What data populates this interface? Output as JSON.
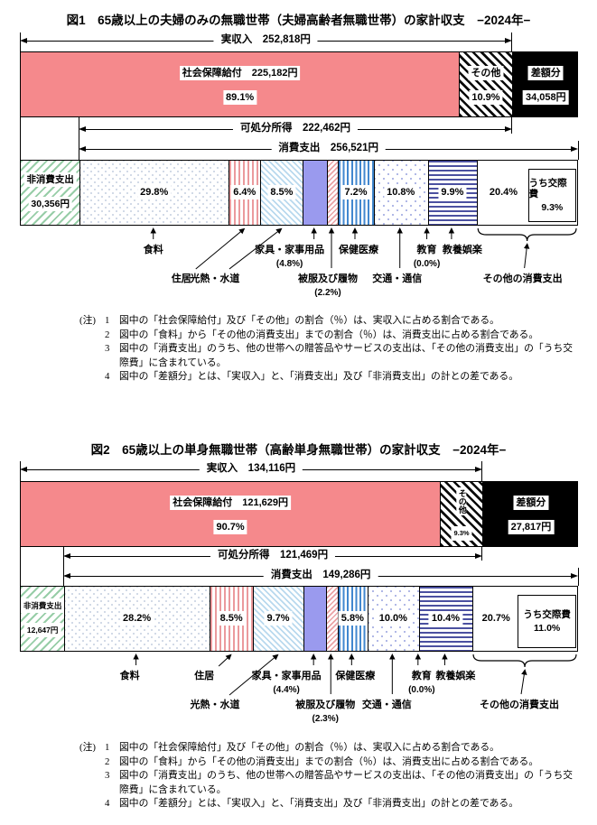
{
  "figures": [
    {
      "title": "図1　65歳以上の夫婦のみの無職世帯（夫婦高齢者無職世帯）の家計収支　−2024年−",
      "income": {
        "label": "実収入",
        "value": "252,818円",
        "amount": 252818
      },
      "social": {
        "label": "社会保障給付",
        "value": "225,182円",
        "pct": "89.1%",
        "pct_num": 89.1
      },
      "income_other": {
        "label": "その他",
        "pct": "10.9%",
        "pct_num": 10.9
      },
      "difference": {
        "label": "差額分",
        "value": "34,058円",
        "amount": 34058
      },
      "disposable": {
        "label": "可処分所得",
        "value": "222,462円",
        "amount": 222462
      },
      "consumption": {
        "label": "消費支出",
        "value": "256,521円",
        "amount": 256521
      },
      "nonconsumption": {
        "label": "非消費支出",
        "value": "30,356円",
        "amount": 30356
      },
      "segments": [
        {
          "name": "食料",
          "pct": 29.8,
          "chip": "29.8%",
          "pattern": "dots"
        },
        {
          "name": "住居",
          "pct": 6.4,
          "chip": "6.4%",
          "pattern": "pink-vert"
        },
        {
          "name": "光熱・水道",
          "pct": 8.5,
          "chip": "8.5%",
          "pattern": "blue-diag"
        },
        {
          "name": "家具・家事用品",
          "pct": 4.8,
          "paren": "(4.8%)",
          "pattern": "periwinkle"
        },
        {
          "name": "被服及び履物",
          "pct": 2.2,
          "paren": "(2.2%)",
          "pattern": "pink-diag"
        },
        {
          "name": "保健医療",
          "pct": 7.2,
          "chip": "7.2%",
          "pattern": "blue-vert"
        },
        {
          "name": "交通・通信",
          "pct": 10.8,
          "chip": "10.8%",
          "pattern": "sparse"
        },
        {
          "name": "教育",
          "pct": 0.0,
          "paren": "(0.0%)",
          "pattern": "none"
        },
        {
          "name": "教養娯楽",
          "pct": 9.9,
          "chip": "9.9%",
          "pattern": "navy-horiz"
        },
        {
          "name": "その他の消費支出",
          "pct": 20.4,
          "chip": "20.4%",
          "pattern": "plain",
          "sub_label": "うち交際費",
          "sub_pct": "9.3%",
          "sub_pct_num": 9.3
        }
      ]
    },
    {
      "title": "図2　65歳以上の単身無職世帯（高齢単身無職世帯）の家計収支　−2024年−",
      "income": {
        "label": "実収入",
        "value": "134,116円",
        "amount": 134116
      },
      "social": {
        "label": "社会保障給付",
        "value": "121,629円",
        "pct": "90.7%",
        "pct_num": 90.7
      },
      "income_other": {
        "label": "その他",
        "pct": "9.3%",
        "pct_num": 9.3
      },
      "difference": {
        "label": "差額分",
        "value": "27,817円",
        "amount": 27817
      },
      "disposable": {
        "label": "可処分所得",
        "value": "121,469円",
        "amount": 121469
      },
      "consumption": {
        "label": "消費支出",
        "value": "149,286円",
        "amount": 149286
      },
      "nonconsumption": {
        "label": "非消費支出",
        "value": "12,647円",
        "amount": 12647
      },
      "segments": [
        {
          "name": "食料",
          "pct": 28.2,
          "chip": "28.2%",
          "pattern": "dots"
        },
        {
          "name": "住居",
          "pct": 8.5,
          "chip": "8.5%",
          "pattern": "pink-vert"
        },
        {
          "name": "光熱・水道",
          "pct": 9.7,
          "chip": "9.7%",
          "pattern": "blue-diag"
        },
        {
          "name": "家具・家事用品",
          "pct": 4.4,
          "paren": "(4.4%)",
          "pattern": "periwinkle"
        },
        {
          "name": "被服及び履物",
          "pct": 2.3,
          "paren": "(2.3%)",
          "pattern": "pink-diag"
        },
        {
          "name": "保健医療",
          "pct": 5.8,
          "chip": "5.8%",
          "pattern": "blue-vert"
        },
        {
          "name": "交通・通信",
          "pct": 10.0,
          "chip": "10.0%",
          "pattern": "sparse"
        },
        {
          "name": "教育",
          "pct": 0.0,
          "paren": "(0.0%)",
          "pattern": "none"
        },
        {
          "name": "教養娯楽",
          "pct": 10.4,
          "chip": "10.4%",
          "pattern": "navy-horiz"
        },
        {
          "name": "その他の消費支出",
          "pct": 20.7,
          "chip": "20.7%",
          "pattern": "plain",
          "sub_label": "うち交際費",
          "sub_pct": "11.0%",
          "sub_pct_num": 11.0
        }
      ]
    }
  ],
  "notes": {
    "marker": "(注)",
    "items": [
      {
        "num": "1",
        "text": "図中の「社会保障給付」及び「その他」の割合（％）は、実収入に占める割合である。"
      },
      {
        "num": "2",
        "text": "図中の「食料」から「その他の消費支出」までの割合（％）は、消費支出に占める割合である。"
      },
      {
        "num": "3",
        "text": "図中の「消費支出」のうち、他の世帯への贈答品やサービスの支出は、「その他の消費支出」の「うち交際費」に含まれている。"
      },
      {
        "num": "4",
        "text": "図中の「差額分」とは、「実収入」と、「消費支出」及び「非消費支出」の計との差である。"
      }
    ]
  },
  "chart_data": [
    {
      "type": "bar",
      "title": "図1 65歳以上の夫婦のみの無職世帯（夫婦高齢者無職世帯）の家計収支 −2024年−",
      "unit": "円",
      "income_yen": 252818,
      "social_security_yen": 225182,
      "income_breakdown_pct_of_income": {
        "社会保障給付": 89.1,
        "その他": 10.9
      },
      "difference_yen": 34058,
      "disposable_income_yen": 222462,
      "consumption_yen": 256521,
      "nonconsumption_yen": 30356,
      "consumption_breakdown_pct_of_consumption": {
        "食料": 29.8,
        "住居": 6.4,
        "光熱・水道": 8.5,
        "家具・家事用品": 4.8,
        "被服及び履物": 2.2,
        "保健医療": 7.2,
        "交通・通信": 10.8,
        "教育": 0.0,
        "教養娯楽": 9.9,
        "その他の消費支出": 20.4
      },
      "kosaihi_pct_of_consumption": 9.3,
      "legend_position": "in-bar",
      "grid": false
    },
    {
      "type": "bar",
      "title": "図2 65歳以上の単身無職世帯（高齢単身無職世帯）の家計収支 −2024年−",
      "unit": "円",
      "income_yen": 134116,
      "social_security_yen": 121629,
      "income_breakdown_pct_of_income": {
        "社会保障給付": 90.7,
        "その他": 9.3
      },
      "difference_yen": 27817,
      "disposable_income_yen": 121469,
      "consumption_yen": 149286,
      "nonconsumption_yen": 12647,
      "consumption_breakdown_pct_of_consumption": {
        "食料": 28.2,
        "住居": 8.5,
        "光熱・水道": 9.7,
        "家具・家事用品": 4.4,
        "被服及び履物": 2.3,
        "保健医療": 5.8,
        "交通・通信": 10.0,
        "教育": 0.0,
        "教養娯楽": 10.4,
        "その他の消費支出": 20.7
      },
      "kosaihi_pct_of_consumption": 11.0,
      "legend_position": "in-bar",
      "grid": false
    }
  ]
}
